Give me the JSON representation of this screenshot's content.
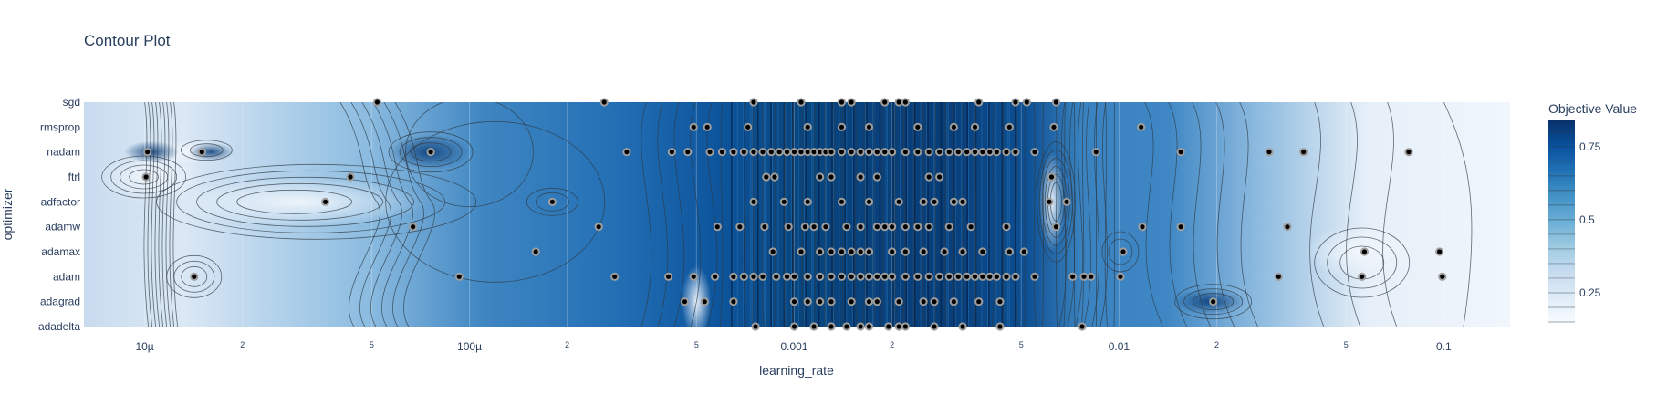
{
  "chart_data": {
    "type": "heatmap",
    "title": "Contour Plot",
    "xlabel": "learning_rate",
    "ylabel": "optimizer",
    "x_scale": "log",
    "xlim": [
      6.5e-06,
      0.16
    ],
    "x_ticks": [
      {
        "value": 1e-05,
        "label": "10µ",
        "major": true
      },
      {
        "value": 2e-05,
        "label": "2",
        "major": false
      },
      {
        "value": 5e-05,
        "label": "5",
        "major": false
      },
      {
        "value": 0.0001,
        "label": "100µ",
        "major": true
      },
      {
        "value": 0.0002,
        "label": "2",
        "major": false
      },
      {
        "value": 0.0005,
        "label": "5",
        "major": false
      },
      {
        "value": 0.001,
        "label": "0.001",
        "major": true
      },
      {
        "value": 0.002,
        "label": "2",
        "major": false
      },
      {
        "value": 0.005,
        "label": "5",
        "major": false
      },
      {
        "value": 0.01,
        "label": "0.01",
        "major": true
      },
      {
        "value": 0.02,
        "label": "2",
        "major": false
      },
      {
        "value": 0.05,
        "label": "5",
        "major": false
      },
      {
        "value": 0.1,
        "label": "0.1",
        "major": true
      }
    ],
    "categories": [
      "adadelta",
      "adagrad",
      "adam",
      "adamax",
      "adamw",
      "adfactor",
      "ftrl",
      "nadam",
      "rmsprop",
      "sgd"
    ],
    "colorbar": {
      "title": "Objective Value",
      "range": [
        0.15,
        0.84
      ],
      "ticks": [
        0.25,
        0.5,
        0.75
      ],
      "tick_labels": [
        "0.25",
        "0.5",
        "0.75"
      ],
      "colorscale": [
        "#f7fbff",
        "#deebf7",
        "#c6dbef",
        "#9ecae1",
        "#6baed6",
        "#4292c6",
        "#2171b5",
        "#08519c",
        "#08306b"
      ]
    },
    "trials": [
      {
        "x": 5.2e-05,
        "y": "sgd"
      },
      {
        "x": 0.00026,
        "y": "sgd"
      },
      {
        "x": 0.00075,
        "y": "sgd"
      },
      {
        "x": 0.00105,
        "y": "sgd"
      },
      {
        "x": 0.0014,
        "y": "sgd"
      },
      {
        "x": 0.0015,
        "y": "sgd"
      },
      {
        "x": 0.0019,
        "y": "sgd"
      },
      {
        "x": 0.0021,
        "y": "sgd"
      },
      {
        "x": 0.0022,
        "y": "sgd"
      },
      {
        "x": 0.0037,
        "y": "sgd"
      },
      {
        "x": 0.0048,
        "y": "sgd"
      },
      {
        "x": 0.0052,
        "y": "sgd"
      },
      {
        "x": 0.0064,
        "y": "sgd"
      },
      {
        "x": 0.00049,
        "y": "rmsprop"
      },
      {
        "x": 0.00054,
        "y": "rmsprop"
      },
      {
        "x": 0.00072,
        "y": "rmsprop"
      },
      {
        "x": 0.0011,
        "y": "rmsprop"
      },
      {
        "x": 0.0014,
        "y": "rmsprop"
      },
      {
        "x": 0.0017,
        "y": "rmsprop"
      },
      {
        "x": 0.0024,
        "y": "rmsprop"
      },
      {
        "x": 0.0031,
        "y": "rmsprop"
      },
      {
        "x": 0.0036,
        "y": "rmsprop"
      },
      {
        "x": 0.0046,
        "y": "rmsprop"
      },
      {
        "x": 0.0063,
        "y": "rmsprop"
      },
      {
        "x": 0.0117,
        "y": "rmsprop"
      },
      {
        "x": 1.02e-05,
        "y": "nadam"
      },
      {
        "x": 1.5e-05,
        "y": "nadam"
      },
      {
        "x": 7.6e-05,
        "y": "nadam"
      },
      {
        "x": 0.000305,
        "y": "nadam"
      },
      {
        "x": 0.00042,
        "y": "nadam"
      },
      {
        "x": 0.00047,
        "y": "nadam"
      },
      {
        "x": 0.00055,
        "y": "nadam"
      },
      {
        "x": 0.0006,
        "y": "nadam"
      },
      {
        "x": 0.00065,
        "y": "nadam"
      },
      {
        "x": 0.0007,
        "y": "nadam"
      },
      {
        "x": 0.00075,
        "y": "nadam"
      },
      {
        "x": 0.0008,
        "y": "nadam"
      },
      {
        "x": 0.00085,
        "y": "nadam"
      },
      {
        "x": 0.0009,
        "y": "nadam"
      },
      {
        "x": 0.00095,
        "y": "nadam"
      },
      {
        "x": 0.001,
        "y": "nadam"
      },
      {
        "x": 0.00105,
        "y": "nadam"
      },
      {
        "x": 0.0011,
        "y": "nadam"
      },
      {
        "x": 0.00115,
        "y": "nadam"
      },
      {
        "x": 0.0012,
        "y": "nadam"
      },
      {
        "x": 0.00125,
        "y": "nadam"
      },
      {
        "x": 0.0013,
        "y": "nadam"
      },
      {
        "x": 0.0014,
        "y": "nadam"
      },
      {
        "x": 0.0015,
        "y": "nadam"
      },
      {
        "x": 0.0016,
        "y": "nadam"
      },
      {
        "x": 0.0017,
        "y": "nadam"
      },
      {
        "x": 0.0018,
        "y": "nadam"
      },
      {
        "x": 0.0019,
        "y": "nadam"
      },
      {
        "x": 0.002,
        "y": "nadam"
      },
      {
        "x": 0.0022,
        "y": "nadam"
      },
      {
        "x": 0.0024,
        "y": "nadam"
      },
      {
        "x": 0.0026,
        "y": "nadam"
      },
      {
        "x": 0.0028,
        "y": "nadam"
      },
      {
        "x": 0.003,
        "y": "nadam"
      },
      {
        "x": 0.0032,
        "y": "nadam"
      },
      {
        "x": 0.0034,
        "y": "nadam"
      },
      {
        "x": 0.0036,
        "y": "nadam"
      },
      {
        "x": 0.0038,
        "y": "nadam"
      },
      {
        "x": 0.004,
        "y": "nadam"
      },
      {
        "x": 0.0042,
        "y": "nadam"
      },
      {
        "x": 0.0045,
        "y": "nadam"
      },
      {
        "x": 0.0048,
        "y": "nadam"
      },
      {
        "x": 0.0055,
        "y": "nadam"
      },
      {
        "x": 0.0085,
        "y": "nadam"
      },
      {
        "x": 0.0155,
        "y": "nadam"
      },
      {
        "x": 0.029,
        "y": "nadam"
      },
      {
        "x": 0.037,
        "y": "nadam"
      },
      {
        "x": 0.078,
        "y": "nadam"
      },
      {
        "x": 1.01e-05,
        "y": "ftrl"
      },
      {
        "x": 4.3e-05,
        "y": "ftrl"
      },
      {
        "x": 0.00082,
        "y": "ftrl"
      },
      {
        "x": 0.00087,
        "y": "ftrl"
      },
      {
        "x": 0.0012,
        "y": "ftrl"
      },
      {
        "x": 0.0013,
        "y": "ftrl"
      },
      {
        "x": 0.0016,
        "y": "ftrl"
      },
      {
        "x": 0.0018,
        "y": "ftrl"
      },
      {
        "x": 0.0026,
        "y": "ftrl"
      },
      {
        "x": 0.0028,
        "y": "ftrl"
      },
      {
        "x": 0.0062,
        "y": "ftrl"
      },
      {
        "x": 3.6e-05,
        "y": "adfactor"
      },
      {
        "x": 0.00018,
        "y": "adfactor"
      },
      {
        "x": 0.00075,
        "y": "adfactor"
      },
      {
        "x": 0.00093,
        "y": "adfactor"
      },
      {
        "x": 0.0011,
        "y": "adfactor"
      },
      {
        "x": 0.0014,
        "y": "adfactor"
      },
      {
        "x": 0.0017,
        "y": "adfactor"
      },
      {
        "x": 0.0021,
        "y": "adfactor"
      },
      {
        "x": 0.0025,
        "y": "adfactor"
      },
      {
        "x": 0.0027,
        "y": "adfactor"
      },
      {
        "x": 0.0031,
        "y": "adfactor"
      },
      {
        "x": 0.0033,
        "y": "adfactor"
      },
      {
        "x": 0.0061,
        "y": "adfactor"
      },
      {
        "x": 0.0069,
        "y": "adfactor"
      },
      {
        "x": 6.7e-05,
        "y": "adamw"
      },
      {
        "x": 0.00025,
        "y": "adamw"
      },
      {
        "x": 0.00058,
        "y": "adamw"
      },
      {
        "x": 0.00068,
        "y": "adamw"
      },
      {
        "x": 0.00081,
        "y": "adamw"
      },
      {
        "x": 0.00096,
        "y": "adamw"
      },
      {
        "x": 0.00108,
        "y": "adamw"
      },
      {
        "x": 0.00115,
        "y": "adamw"
      },
      {
        "x": 0.00125,
        "y": "adamw"
      },
      {
        "x": 0.00145,
        "y": "adamw"
      },
      {
        "x": 0.0016,
        "y": "adamw"
      },
      {
        "x": 0.0018,
        "y": "adamw"
      },
      {
        "x": 0.0019,
        "y": "adamw"
      },
      {
        "x": 0.002,
        "y": "adamw"
      },
      {
        "x": 0.0022,
        "y": "adamw"
      },
      {
        "x": 0.0024,
        "y": "adamw"
      },
      {
        "x": 0.0026,
        "y": "adamw"
      },
      {
        "x": 0.003,
        "y": "adamw"
      },
      {
        "x": 0.0035,
        "y": "adamw"
      },
      {
        "x": 0.0045,
        "y": "adamw"
      },
      {
        "x": 0.0064,
        "y": "adamw"
      },
      {
        "x": 0.0118,
        "y": "adamw"
      },
      {
        "x": 0.0155,
        "y": "adamw"
      },
      {
        "x": 0.033,
        "y": "adamw"
      },
      {
        "x": 0.00016,
        "y": "adamax"
      },
      {
        "x": 0.00086,
        "y": "adamax"
      },
      {
        "x": 0.00105,
        "y": "adamax"
      },
      {
        "x": 0.0012,
        "y": "adamax"
      },
      {
        "x": 0.0013,
        "y": "adamax"
      },
      {
        "x": 0.0014,
        "y": "adamax"
      },
      {
        "x": 0.0015,
        "y": "adamax"
      },
      {
        "x": 0.0016,
        "y": "adamax"
      },
      {
        "x": 0.0017,
        "y": "adamax"
      },
      {
        "x": 0.002,
        "y": "adamax"
      },
      {
        "x": 0.0022,
        "y": "adamax"
      },
      {
        "x": 0.0025,
        "y": "adamax"
      },
      {
        "x": 0.0029,
        "y": "adamax"
      },
      {
        "x": 0.0033,
        "y": "adamax"
      },
      {
        "x": 0.0038,
        "y": "adamax"
      },
      {
        "x": 0.0046,
        "y": "adamax"
      },
      {
        "x": 0.0051,
        "y": "adamax"
      },
      {
        "x": 0.0103,
        "y": "adamax"
      },
      {
        "x": 0.057,
        "y": "adamax"
      },
      {
        "x": 0.097,
        "y": "adamax"
      },
      {
        "x": 1.42e-05,
        "y": "adam"
      },
      {
        "x": 9.3e-05,
        "y": "adam"
      },
      {
        "x": 0.00028,
        "y": "adam"
      },
      {
        "x": 0.00041,
        "y": "adam"
      },
      {
        "x": 0.00049,
        "y": "adam"
      },
      {
        "x": 0.00057,
        "y": "adam"
      },
      {
        "x": 0.00065,
        "y": "adam"
      },
      {
        "x": 0.0007,
        "y": "adam"
      },
      {
        "x": 0.00075,
        "y": "adam"
      },
      {
        "x": 0.0008,
        "y": "adam"
      },
      {
        "x": 0.00088,
        "y": "adam"
      },
      {
        "x": 0.00095,
        "y": "adam"
      },
      {
        "x": 0.001,
        "y": "adam"
      },
      {
        "x": 0.0011,
        "y": "adam"
      },
      {
        "x": 0.0012,
        "y": "adam"
      },
      {
        "x": 0.0013,
        "y": "adam"
      },
      {
        "x": 0.0014,
        "y": "adam"
      },
      {
        "x": 0.0015,
        "y": "adam"
      },
      {
        "x": 0.0016,
        "y": "adam"
      },
      {
        "x": 0.0017,
        "y": "adam"
      },
      {
        "x": 0.0018,
        "y": "adam"
      },
      {
        "x": 0.0019,
        "y": "adam"
      },
      {
        "x": 0.002,
        "y": "adam"
      },
      {
        "x": 0.0022,
        "y": "adam"
      },
      {
        "x": 0.0024,
        "y": "adam"
      },
      {
        "x": 0.0026,
        "y": "adam"
      },
      {
        "x": 0.0028,
        "y": "adam"
      },
      {
        "x": 0.003,
        "y": "adam"
      },
      {
        "x": 0.0032,
        "y": "adam"
      },
      {
        "x": 0.0034,
        "y": "adam"
      },
      {
        "x": 0.0036,
        "y": "adam"
      },
      {
        "x": 0.0038,
        "y": "adam"
      },
      {
        "x": 0.004,
        "y": "adam"
      },
      {
        "x": 0.0042,
        "y": "adam"
      },
      {
        "x": 0.0045,
        "y": "adam"
      },
      {
        "x": 0.0048,
        "y": "adam"
      },
      {
        "x": 0.0055,
        "y": "adam"
      },
      {
        "x": 0.0072,
        "y": "adam"
      },
      {
        "x": 0.0078,
        "y": "adam"
      },
      {
        "x": 0.0082,
        "y": "adam"
      },
      {
        "x": 0.0101,
        "y": "adam"
      },
      {
        "x": 0.031,
        "y": "adam"
      },
      {
        "x": 0.056,
        "y": "adam"
      },
      {
        "x": 0.099,
        "y": "adam"
      },
      {
        "x": 0.00046,
        "y": "adagrad"
      },
      {
        "x": 0.00053,
        "y": "adagrad"
      },
      {
        "x": 0.00065,
        "y": "adagrad"
      },
      {
        "x": 0.001,
        "y": "adagrad"
      },
      {
        "x": 0.0011,
        "y": "adagrad"
      },
      {
        "x": 0.0012,
        "y": "adagrad"
      },
      {
        "x": 0.0013,
        "y": "adagrad"
      },
      {
        "x": 0.0015,
        "y": "adagrad"
      },
      {
        "x": 0.0017,
        "y": "adagrad"
      },
      {
        "x": 0.0018,
        "y": "adagrad"
      },
      {
        "x": 0.0021,
        "y": "adagrad"
      },
      {
        "x": 0.0025,
        "y": "adagrad"
      },
      {
        "x": 0.0027,
        "y": "adagrad"
      },
      {
        "x": 0.0031,
        "y": "adagrad"
      },
      {
        "x": 0.0037,
        "y": "adagrad"
      },
      {
        "x": 0.0043,
        "y": "adagrad"
      },
      {
        "x": 0.0195,
        "y": "adagrad"
      },
      {
        "x": 0.00076,
        "y": "adadelta"
      },
      {
        "x": 0.001,
        "y": "adadelta"
      },
      {
        "x": 0.00115,
        "y": "adadelta"
      },
      {
        "x": 0.0013,
        "y": "adadelta"
      },
      {
        "x": 0.00145,
        "y": "adadelta"
      },
      {
        "x": 0.0016,
        "y": "adadelta"
      },
      {
        "x": 0.0017,
        "y": "adadelta"
      },
      {
        "x": 0.00195,
        "y": "adadelta"
      },
      {
        "x": 0.0021,
        "y": "adadelta"
      },
      {
        "x": 0.0022,
        "y": "adadelta"
      },
      {
        "x": 0.0027,
        "y": "adadelta"
      },
      {
        "x": 0.0033,
        "y": "adadelta"
      },
      {
        "x": 0.0043,
        "y": "adadelta"
      },
      {
        "x": 0.0077,
        "y": "adadelta"
      }
    ],
    "grid": true,
    "legend": "colorbar-right"
  }
}
